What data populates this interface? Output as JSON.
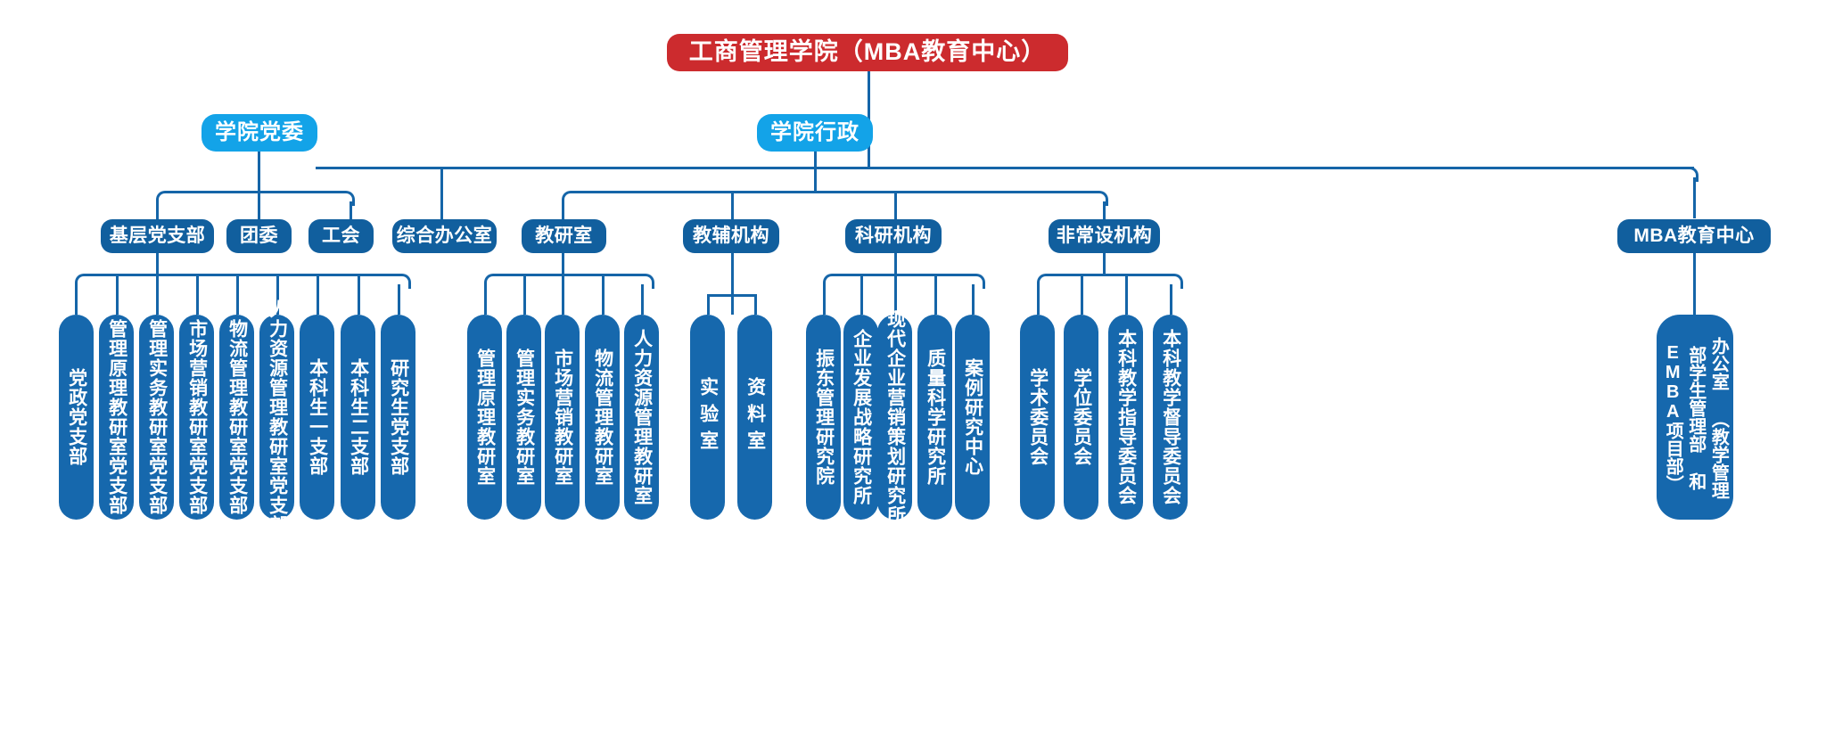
{
  "title": "工商管理学院（MBA教育中心）",
  "colors": {
    "root": "#cc2b2e",
    "level2": "#13a3e8",
    "level3": "#115f9e",
    "leaf": "#1668ad",
    "line": "#1565a8",
    "background": "#ffffff"
  },
  "root": {
    "label": "工商管理学院（MBA教育中心）"
  },
  "level2": [
    {
      "id": "party",
      "label": "学院党委"
    },
    {
      "id": "admin",
      "label": "学院行政"
    }
  ],
  "level3": [
    {
      "id": "grassroots-branch",
      "label": "基层党支部",
      "parent": "party"
    },
    {
      "id": "youth-league",
      "label": "团委",
      "parent": "party"
    },
    {
      "id": "labor-union",
      "label": "工会",
      "parent": "party"
    },
    {
      "id": "general-office",
      "label": "综合办公室",
      "parent": "admin"
    },
    {
      "id": "teaching-research",
      "label": "教研室",
      "parent": "admin"
    },
    {
      "id": "teaching-support",
      "label": "教辅机构",
      "parent": "admin"
    },
    {
      "id": "research-org",
      "label": "科研机构",
      "parent": "admin"
    },
    {
      "id": "non-standing-org",
      "label": "非常设机构",
      "parent": "admin"
    },
    {
      "id": "mba-center",
      "label": "MBA教育中心",
      "parent": "admin"
    }
  ],
  "groups": [
    {
      "id": "grassroots-branch-children",
      "parent": "基层党支部",
      "items": [
        {
          "label": "党政党支部"
        },
        {
          "label": "管理原理教研室党支部"
        },
        {
          "label": "管理实务教研室党支部"
        },
        {
          "label": "市场营销教研室党支部"
        },
        {
          "label": "物流管理教研室党支部"
        },
        {
          "label": "人力资源管理教研室党支部"
        },
        {
          "label": "本科生一支部"
        },
        {
          "label": "本科生二支部"
        },
        {
          "label": "研究生党支部"
        }
      ]
    },
    {
      "id": "teaching-research-children",
      "parent": "教研室",
      "items": [
        {
          "label": "管理原理教研室"
        },
        {
          "label": "管理实务教研室"
        },
        {
          "label": "市场营销教研室"
        },
        {
          "label": "物流管理教研室"
        },
        {
          "label": "人力资源管理教研室"
        }
      ]
    },
    {
      "id": "teaching-support-children",
      "parent": "教辅机构",
      "items": [
        {
          "label": "实验室"
        },
        {
          "label": "资料室"
        }
      ]
    },
    {
      "id": "research-org-children",
      "parent": "科研机构",
      "items": [
        {
          "label": "振东管理研究院"
        },
        {
          "label": "企业发展战略研究所"
        },
        {
          "label": "现代企业营销策划研究所"
        },
        {
          "label": "质量科学研究所"
        },
        {
          "label": "案例研究中心"
        }
      ]
    },
    {
      "id": "non-standing-org-children",
      "parent": "非常设机构",
      "items": [
        {
          "label": "学术委员会"
        },
        {
          "label": "学位委员会"
        },
        {
          "label": "本科教学指导委员会"
        },
        {
          "label": "本科教学督导委员会"
        }
      ]
    },
    {
      "id": "mba-center-children",
      "parent": "MBA教育中心",
      "items": [
        {
          "label": "办公室\n（教学管理部学生管理部\n和EMBA项目部）"
        }
      ]
    }
  ]
}
